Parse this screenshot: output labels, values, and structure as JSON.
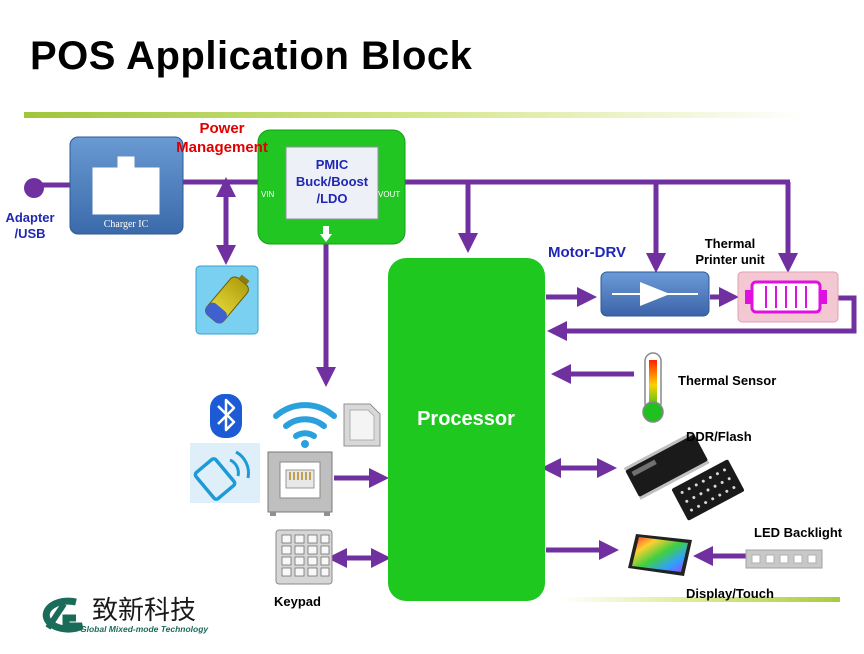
{
  "title": "POS Application Block",
  "labels": {
    "power_management": "Power\nManagement",
    "adapter_usb": "Adapter\n/USB",
    "charger_ic": "Charger IC",
    "pmic": "PMIC\nBuck/Boost\n/LDO",
    "vin": "VIN",
    "vout": "VOUT",
    "processor": "Processor",
    "motor_drv": "Motor-DRV",
    "thermal_printer": "Thermal\nPrinter unit",
    "thermal_sensor": "Thermal  Sensor",
    "ddr_flash": "DDR/Flash",
    "led_backlight": "LED Backlight",
    "display_touch": "Display/Touch",
    "keypad": "Keypad"
  },
  "logo": {
    "company_cn": "致新科技",
    "company_en": "Global Mixed-mode Technology"
  },
  "colors": {
    "arrow": "#7030a0",
    "processor": "#1ec81e",
    "title_bar": "#c8e06e",
    "label_blue": "#1f27b4",
    "label_red": "#e00000"
  }
}
